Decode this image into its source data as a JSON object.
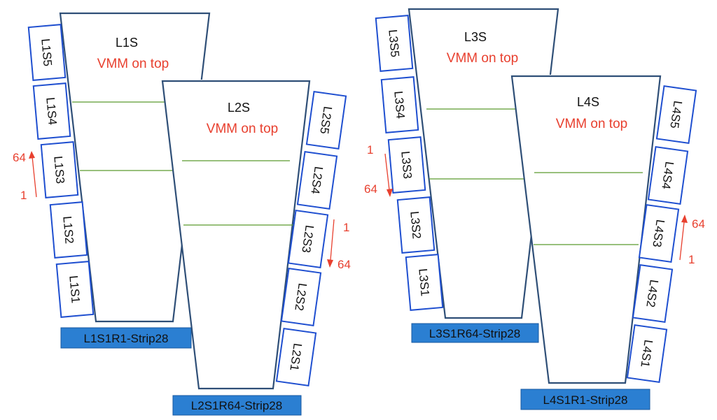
{
  "colors": {
    "outline": "#2f4f77",
    "segment_border": "#1f4fd0",
    "vmm_text": "#e8402f",
    "divider_line": "#5a9a2e",
    "label_box": "#2b7fd2"
  },
  "panels": [
    {
      "back": {
        "title": "L1S",
        "subtitle": "VMM on top",
        "segments": [
          "L1S5",
          "L1S4",
          "L1S3",
          "L1S2",
          "L1S1"
        ],
        "counter": {
          "start": "1",
          "end": "64"
        },
        "caption": "L1S1R1-Strip28"
      },
      "front": {
        "title": "L2S",
        "subtitle": "VMM on top",
        "segments": [
          "L2S5",
          "L2S4",
          "L2S3",
          "L2S2",
          "L2S1"
        ],
        "counter": {
          "start": "1",
          "end": "64"
        },
        "caption": "L2S1R64-Strip28"
      }
    },
    {
      "back": {
        "title": "L3S",
        "subtitle": "VMM on top",
        "segments": [
          "L3S5",
          "L3S4",
          "L3S3",
          "L3S2",
          "L3S1"
        ],
        "counter": {
          "start": "1",
          "end": "64"
        },
        "caption": "L3S1R64-Strip28"
      },
      "front": {
        "title": "L4S",
        "subtitle": "VMM on top",
        "segments": [
          "L4S5",
          "L4S4",
          "L4S3",
          "L4S2",
          "L4S1"
        ],
        "counter": {
          "start": "1",
          "end": "64"
        },
        "caption": "L4S1R1-Strip28"
      }
    }
  ]
}
